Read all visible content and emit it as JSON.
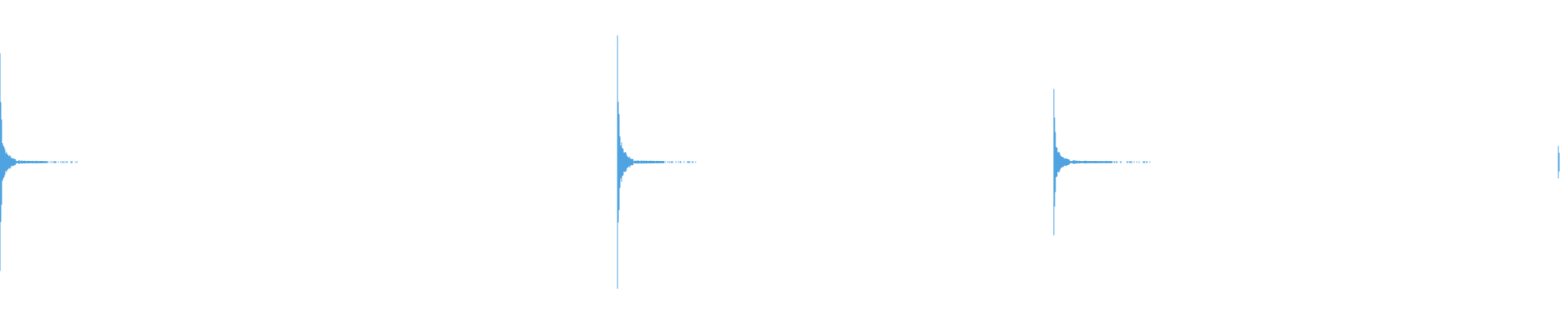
{
  "waveform": {
    "color": "#4ea3e0",
    "background": "#ffffff",
    "duration_pixels": 1920,
    "transients": [
      {
        "onset_fraction": 0.0,
        "peak_amplitude": 0.67,
        "tail_fraction": 0.05
      },
      {
        "onset_fraction": 0.396,
        "peak_amplitude": 0.78,
        "tail_fraction": 0.05
      },
      {
        "onset_fraction": 0.6755,
        "peak_amplitude": 0.45,
        "tail_fraction": 0.062
      },
      {
        "onset_fraction": 0.999,
        "peak_amplitude": 0.1,
        "tail_fraction": 0.01
      }
    ]
  }
}
